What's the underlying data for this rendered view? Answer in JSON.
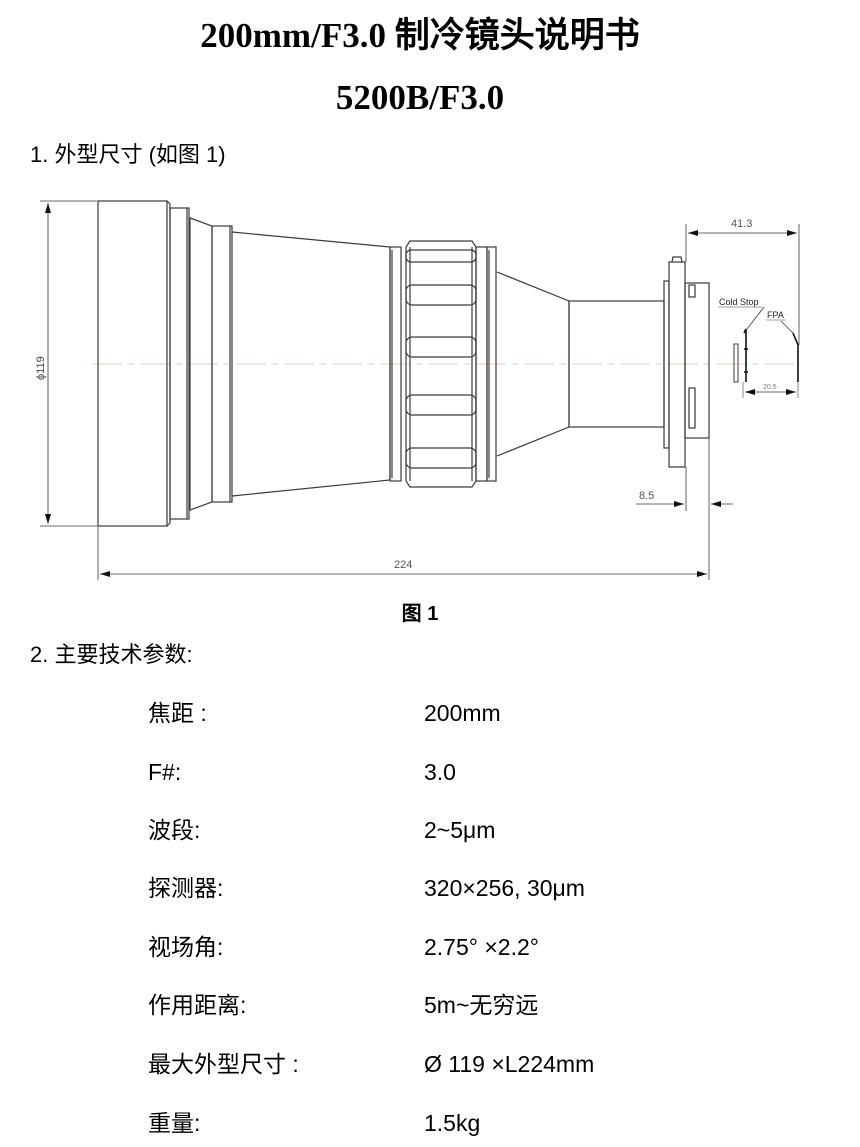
{
  "document": {
    "title": "200mm/F3.0 制冷镜头说明书",
    "model": "5200B/F3.0"
  },
  "section1": {
    "heading": "1. 外型尺寸  (如图 1)",
    "figure_caption": "图  1",
    "drawing": {
      "dimension_diameter": "ϕ119",
      "dimension_length": "224",
      "dimension_back": "41.3",
      "dimension_flange": "8.5",
      "dimension_stop_fpa": "20.5",
      "label_cold_stop": "Cold Stop",
      "label_fpa": "FPA",
      "line_color": "#3a3a3a",
      "centerline_color": "#e8c8c8"
    }
  },
  "section2": {
    "heading": "2. 主要技术参数:",
    "params": [
      {
        "label": "焦距 :",
        "value": "200mm"
      },
      {
        "label": "F#:",
        "value": "3.0"
      },
      {
        "label": "波段:",
        "value": "2~5μm"
      },
      {
        "label": "探测器:",
        "value": "320×256, 30μm"
      },
      {
        "label": "视场角:",
        "value": "2.75° ×2.2°"
      },
      {
        "label": "作用距离:",
        "value": "5m~无穷远"
      },
      {
        "label": "最大外型尺寸 :",
        "value": "Ø 119 ×L224mm"
      },
      {
        "label": "重量:",
        "value": "1.5kg"
      }
    ]
  }
}
